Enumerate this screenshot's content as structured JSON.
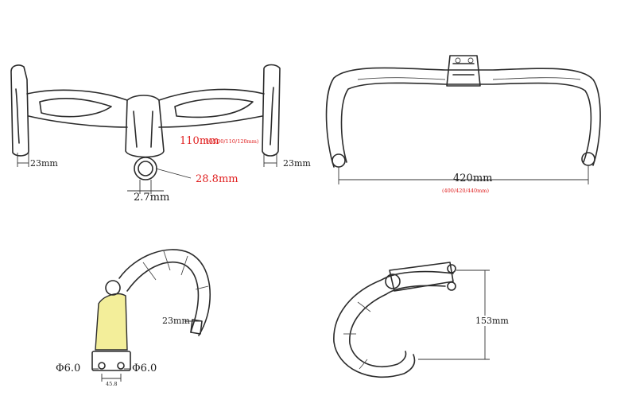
{
  "colors": {
    "ink": "#2b2b2b",
    "accent_red": "#e02020",
    "stem_fill": "#f3ee9a"
  },
  "front_view": {
    "left_width": "23mm",
    "right_width": "23mm",
    "stem_length": "110mm",
    "stem_options": "(90/100/110/120mm)",
    "clamp_diameter": "28.8mm",
    "wall": "2.7mm"
  },
  "top_view": {
    "width": "420mm",
    "width_options": "(400/420/440mm)"
  },
  "side_view": {
    "drop_width": "23mm",
    "bolt_left": "Φ6.0",
    "bolt_right": "Φ6.0",
    "bolt_spacing": "45.8"
  },
  "profile_view": {
    "drop": "153mm"
  }
}
